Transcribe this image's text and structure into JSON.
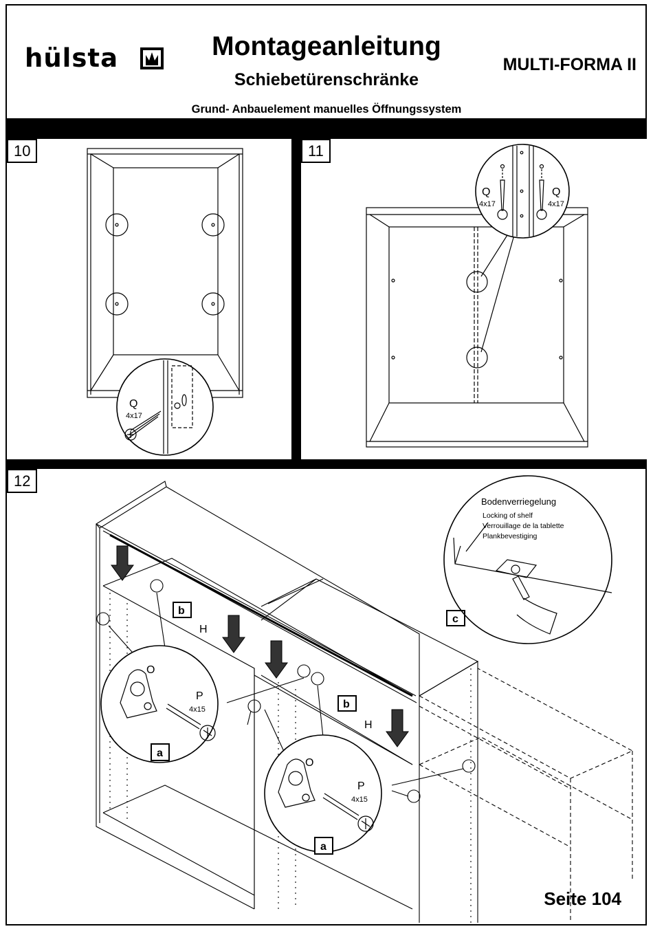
{
  "header": {
    "brand": "hülsta",
    "title": "Montageanleitung",
    "subtitle": "Schiebetürenschränke",
    "product": "MULTI-FORMA II",
    "element": "Grund- Anbauelement manuelles Öffnungssystem"
  },
  "steps": [
    {
      "number": "10",
      "callout": {
        "part": "Q",
        "size": "4x17"
      }
    },
    {
      "number": "11",
      "callout": {
        "part_left": "Q",
        "size_left": "4x17",
        "part_right": "Q",
        "size_right": "4x17"
      }
    },
    {
      "number": "12",
      "labels": {
        "shelf": "b",
        "rail": "H",
        "bracket": "O",
        "screw": "P",
        "screw_size": "4x15",
        "detail_a": "a",
        "detail_c": "c"
      },
      "detail_c": {
        "title": "Bodenverriegelung",
        "lines": [
          "Locking of shelf",
          "Verrouillage de la tablette",
          "Plankbevestiging"
        ]
      }
    }
  ],
  "footer": {
    "page": "Seite 104"
  }
}
